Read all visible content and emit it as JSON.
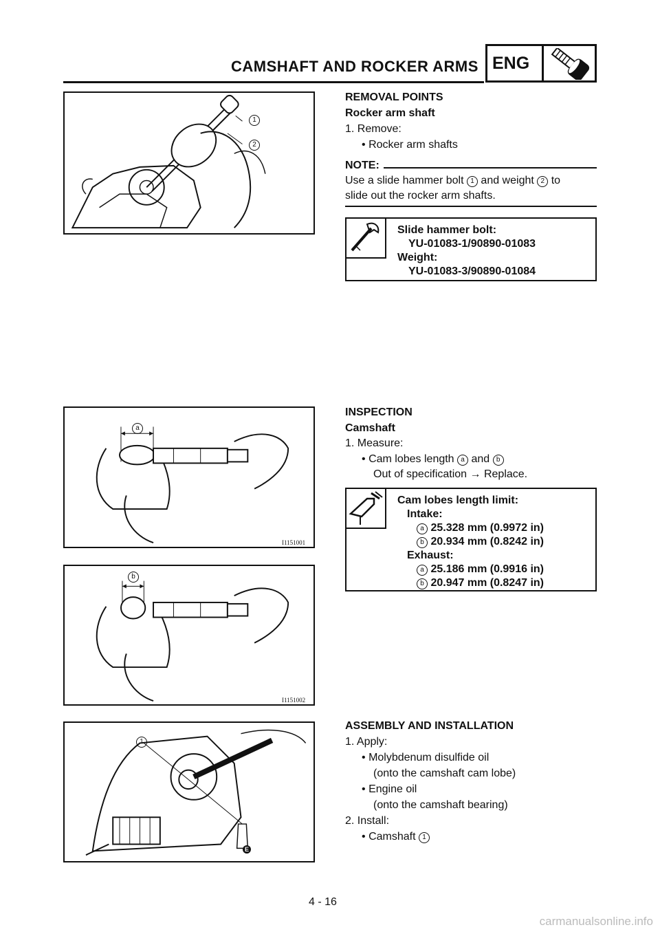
{
  "header": {
    "title": "CAMSHAFT AND ROCKER ARMS",
    "section_badge": "ENG",
    "badge_icon": "bolt-icon"
  },
  "removal": {
    "heading": "REMOVAL POINTS",
    "subheading": "Rocker arm shaft",
    "step1_label": "1. Remove:",
    "step1_item": "Rocker arm shafts",
    "note_label": "NOTE:",
    "note_line1_a": "Use a slide hammer bolt ",
    "note_line1_b": " and weight ",
    "note_line1_c": " to",
    "note_line2": "slide out the rocker arm shafts.",
    "spec": {
      "icon": "special-tool-icon",
      "lines": [
        "Slide hammer bolt:",
        "YU-01083-1/90890-01083",
        "Weight:",
        "YU-01083-3/90890-01084"
      ]
    }
  },
  "inspection": {
    "heading": "INSPECTION",
    "subheading": "Camshaft",
    "step1_label": "1. Measure:",
    "step1_item_a": "Cam lobes length ",
    "step1_item_b": " and ",
    "step1_result": "Out of specification → Replace.",
    "spec": {
      "icon": "micrometer-limit-icon",
      "title": "Cam lobes length limit:",
      "intake_label": "Intake:",
      "intake_a": "25.328 mm (0.9972 in)",
      "intake_b": "20.934 mm (0.8242 in)",
      "exhaust_label": "Exhaust:",
      "exhaust_a": "25.186 mm (0.9916 in)",
      "exhaust_b": "20.947 mm (0.8247 in)"
    }
  },
  "assembly": {
    "heading": "ASSEMBLY AND INSTALLATION",
    "step1_label": "1. Apply:",
    "item1": "Molybdenum disulfide oil",
    "item1_note": "(onto the camshaft cam lobe)",
    "item2": "Engine oil",
    "item2_note": "(onto the camshaft bearing)",
    "step2_label": "2. Install:",
    "step2_item": "Camshaft "
  },
  "callouts": {
    "one": "1",
    "two": "2",
    "a": "a",
    "b": "b",
    "e": "E"
  },
  "figure_ids": {
    "fig2": "I1151001",
    "fig3": "I1151002"
  },
  "bullet": "•",
  "page_number": "4 - 16",
  "watermark": "carmanualsonline.info"
}
